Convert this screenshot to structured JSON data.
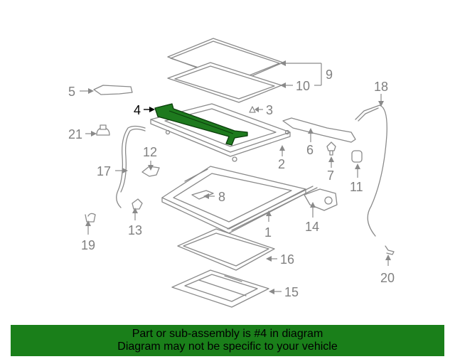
{
  "diagram": {
    "highlighted_part": "4",
    "callouts": {
      "c1": "1",
      "c2": "2",
      "c3": "3",
      "c4": "4",
      "c5": "5",
      "c6": "6",
      "c7": "7",
      "c8": "8",
      "c9": "9",
      "c10": "10",
      "c11": "11",
      "c12": "12",
      "c13": "13",
      "c14": "14",
      "c15": "15",
      "c16": "16",
      "c17": "17",
      "c18": "18",
      "c19": "19",
      "c20": "20",
      "c21": "21"
    },
    "colors": {
      "highlight": "#1e7a1e",
      "line": "#8a8a8a",
      "banner": "#1a7f1a"
    }
  },
  "footer": {
    "line1": "Part or sub-assembly is #4 in diagram",
    "line2": "Diagram may not be specific to your vehicle"
  }
}
